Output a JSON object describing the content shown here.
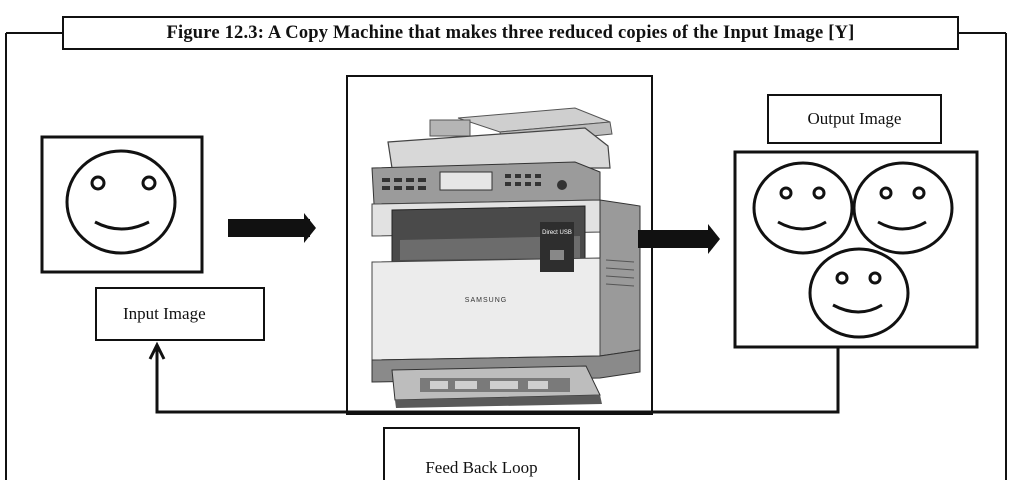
{
  "figure": {
    "caption": "Figure 12.3: A Copy Machine that makes three reduced copies of the Input Image [Y]"
  },
  "labels": {
    "input_image": "Input Image",
    "output_image": "Output Image",
    "feedback_loop": "Feed Back Loop"
  },
  "machine": {
    "icon": "copy-machine-icon",
    "brand_text": "SAMSUNG",
    "panel_text": "Direct USB"
  },
  "colors": {
    "line": "#111111",
    "background": "#ffffff",
    "machine_body": "#d9d9d9",
    "machine_dark": "#3a3a3a"
  }
}
